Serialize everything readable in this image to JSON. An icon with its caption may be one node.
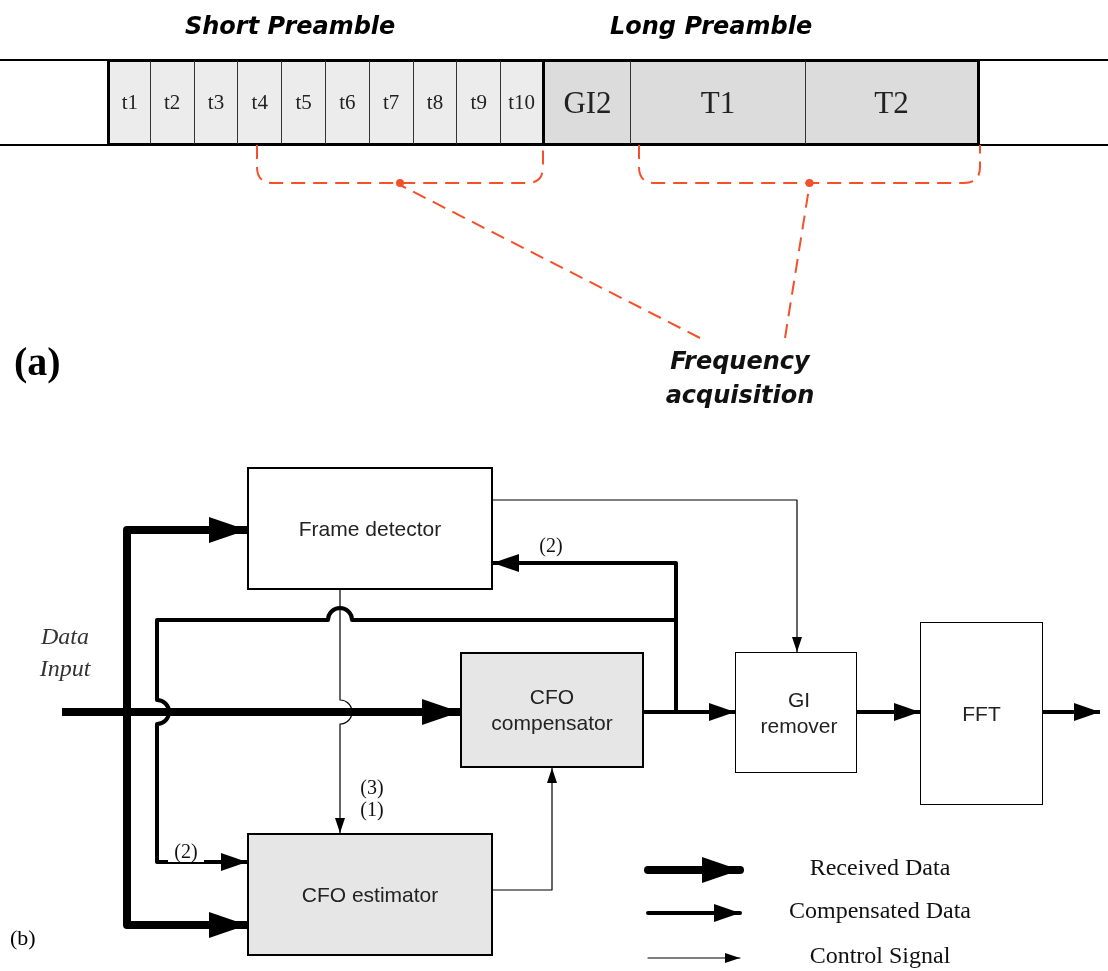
{
  "diagram": {
    "nodes": [
      {
        "text": [
          "t1"
        ]
      },
      {
        "text": [
          "t2"
        ]
      },
      {
        "text": [
          "t3"
        ]
      },
      {
        "text": [
          "t4"
        ]
      },
      {
        "text": [
          "t5"
        ]
      },
      {
        "text": [
          "t6"
        ]
      },
      {
        "text": [
          "t7"
        ]
      },
      {
        "text": [
          "t8"
        ]
      },
      {
        "text": [
          "t9"
        ]
      },
      {
        "text": [
          "t10"
        ]
      },
      {
        "text": [
          "GI2"
        ]
      },
      {
        "text": [
          "T1"
        ]
      },
      {
        "text": [
          "T2"
        ]
      },
      {
        "text": [
          "Frequency acquisition"
        ]
      },
      {
        "text": [],
        "shape": "bracket"
      },
      {
        "text": [],
        "shape": "bracket"
      },
      {
        "text": [
          "Frame detector"
        ]
      },
      {
        "text": [
          "CFO compensator"
        ]
      },
      {
        "text": [
          "GI remover"
        ]
      },
      {
        "text": [
          "FFT"
        ]
      },
      {
        "text": [
          "CFO estimator"
        ]
      }
    ],
    "edges": [
      {
        "from": 13,
        "to": 14,
        "arrow": "none",
        "style": "dashed",
        "color": "#f4502a"
      },
      {
        "from": 13,
        "to": 15,
        "arrow": "none",
        "style": "dashed",
        "color": "#f4502a"
      },
      {
        "from": null,
        "to": 17,
        "arrow": "to",
        "style": "thick"
      },
      {
        "from": null,
        "to": 16,
        "arrow": "to",
        "style": "thick"
      },
      {
        "from": null,
        "to": 20,
        "arrow": "to",
        "style": "thick"
      },
      {
        "from": 17,
        "to": 18,
        "arrow": "to"
      },
      {
        "from": 17,
        "to": 16,
        "arrow": "to",
        "label": "(2)"
      },
      {
        "from": 17,
        "to": 20,
        "arrow": "to",
        "label": "(2)"
      },
      {
        "from": 18,
        "to": 19,
        "arrow": "to"
      },
      {
        "from": 19,
        "to": null,
        "arrow": "to"
      },
      {
        "from": 16,
        "to": 18,
        "arrow": "to"
      },
      {
        "from": 16,
        "to": 20,
        "arrow": "to",
        "label": "(3) (1)"
      },
      {
        "from": 20,
        "to": 17,
        "arrow": "to"
      }
    ],
    "labels": [
      "Short Preamble",
      "Long Preamble",
      "(a)",
      "Data Input",
      "(b)"
    ],
    "legend": [
      {
        "text": "Received Data"
      },
      {
        "text": "Compensated Data"
      },
      {
        "text": "Control Signal"
      }
    ]
  }
}
